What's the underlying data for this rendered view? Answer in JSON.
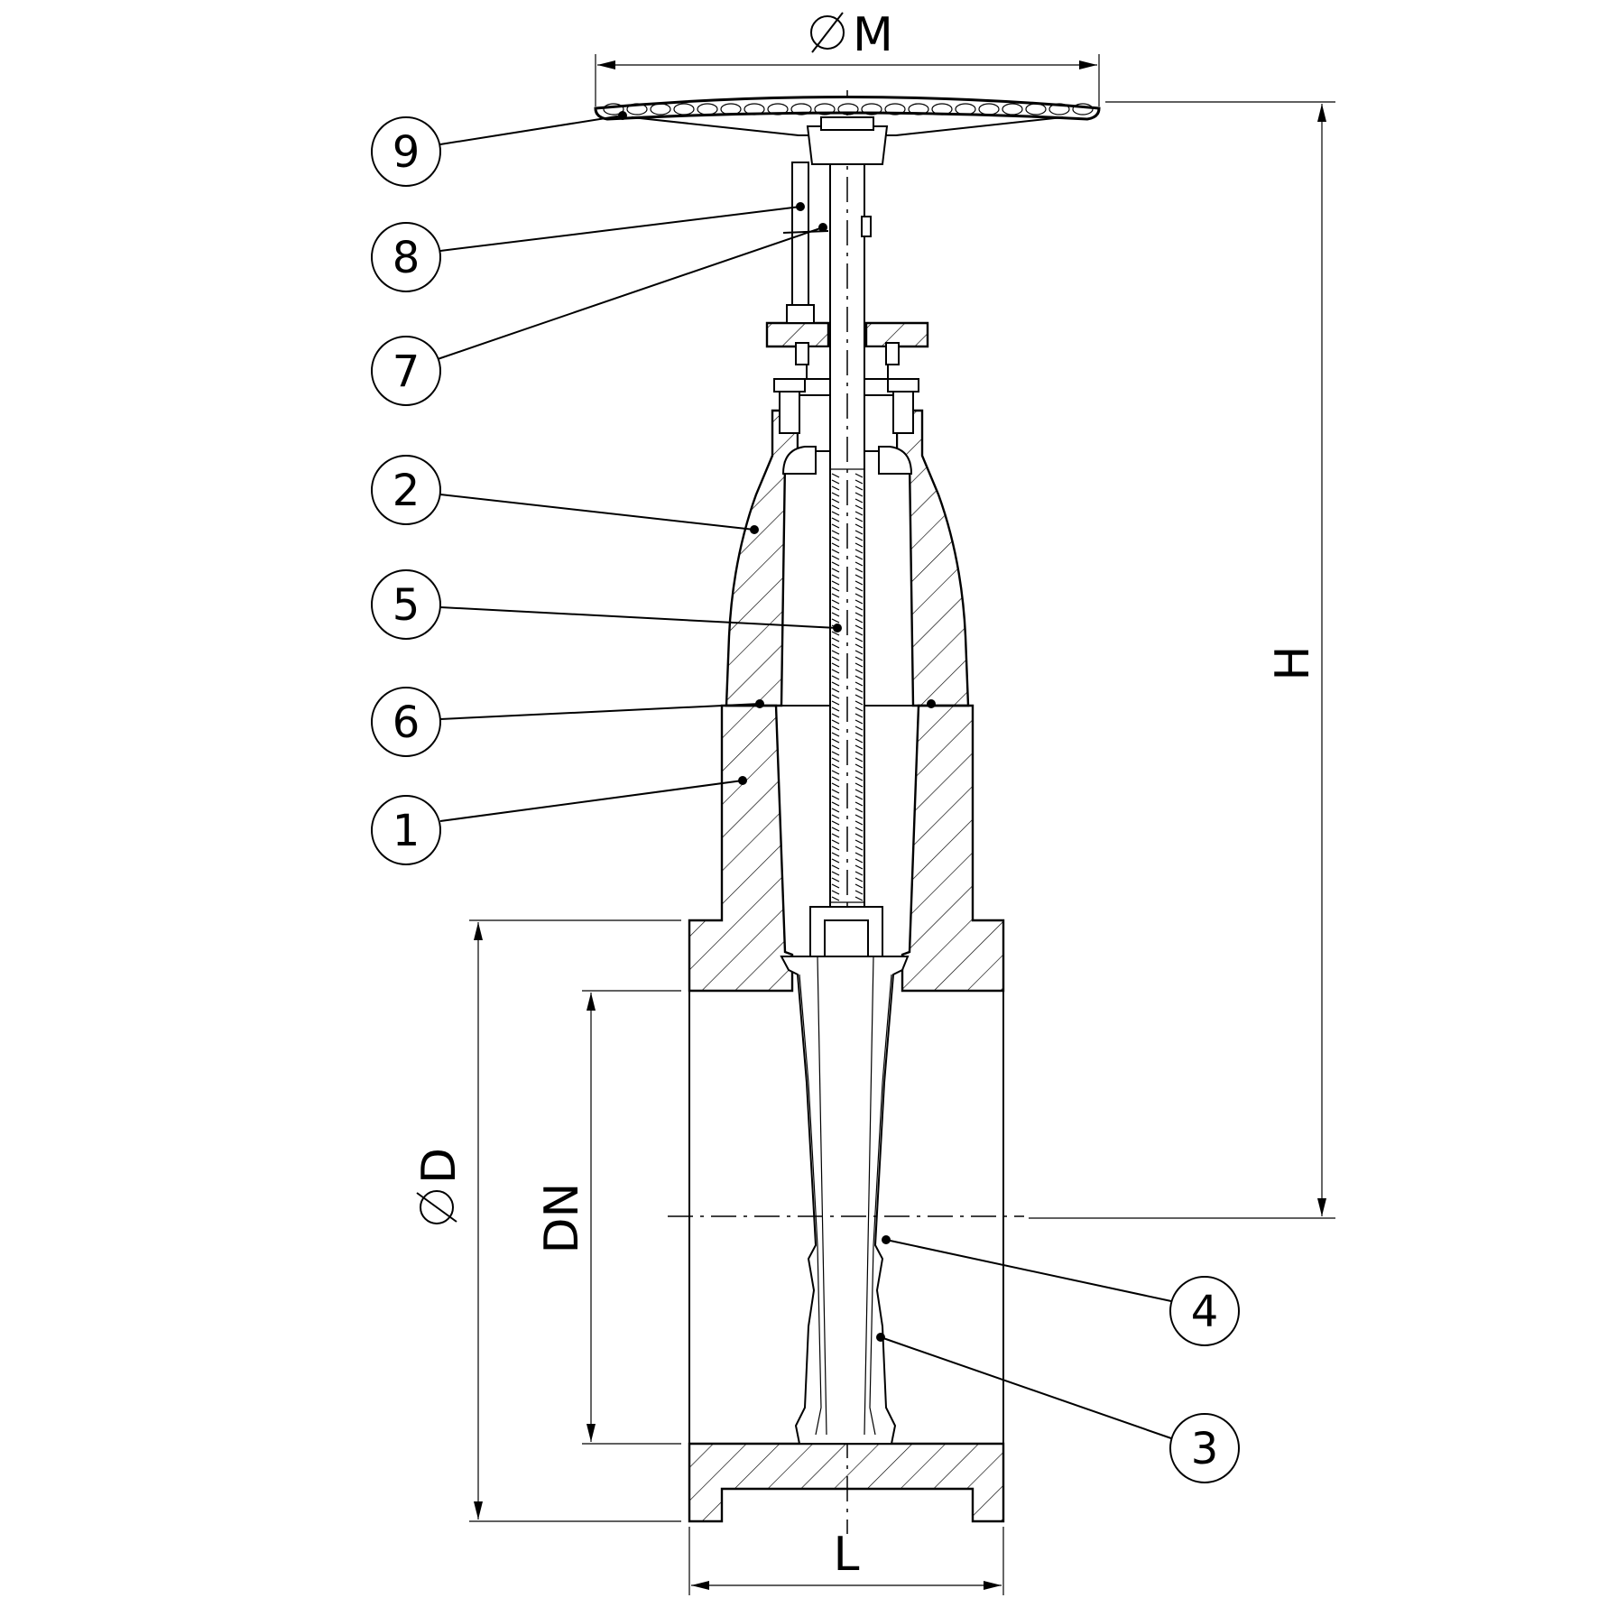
{
  "dimensions": {
    "handwheel_diameter": "M",
    "height": "H",
    "flange_diameter": "D",
    "nominal_diameter": "DN",
    "face_to_face_length": "L",
    "diameter_symbol": "⌀"
  },
  "callouts": [
    {
      "id": "9",
      "label": "9"
    },
    {
      "id": "8",
      "label": "8"
    },
    {
      "id": "7",
      "label": "7"
    },
    {
      "id": "2",
      "label": "2"
    },
    {
      "id": "5",
      "label": "5"
    },
    {
      "id": "6",
      "label": "6"
    },
    {
      "id": "1",
      "label": "1"
    },
    {
      "id": "4",
      "label": "4"
    },
    {
      "id": "3",
      "label": "3"
    }
  ],
  "colors": {
    "line": "#000000",
    "background": "#ffffff"
  }
}
